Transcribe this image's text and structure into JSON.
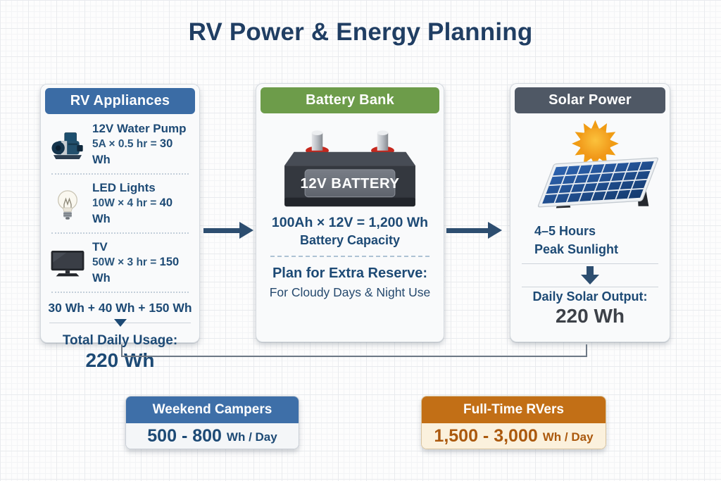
{
  "title": "RV Power & Energy Planning",
  "cards": {
    "appliances": {
      "header": "RV Appliances",
      "items": [
        {
          "icon": "water-pump-icon",
          "label": "12V Water Pump",
          "formula": "5A × 0.5 hr = ",
          "result": "30 Wh"
        },
        {
          "icon": "led-bulb-icon",
          "label": "LED Lights",
          "formula": "10W × 4 hr = ",
          "result": "40 Wh"
        },
        {
          "icon": "tv-icon",
          "label": "TV",
          "formula": "50W × 3 hr = ",
          "result": "150 Wh"
        }
      ],
      "sum": "30 Wh + 40 Wh + 150 Wh",
      "total_label": "Total Daily Usage:",
      "total_value": "220 Wh"
    },
    "battery": {
      "header": "Battery Bank",
      "battery_label": "12V BATTERY",
      "capacity_formula": "100Ah × 12V = 1,200 Wh",
      "capacity_label": "Battery Capacity",
      "reserve_title": "Plan for Extra Reserve:",
      "reserve_subtitle": "For Cloudy Days & Night Use"
    },
    "solar": {
      "header": "Solar Power",
      "sunlight_line1": "4–5 Hours",
      "sunlight_line2": "Peak Sunlight",
      "output_label": "Daily Solar Output:",
      "output_value": "220 Wh"
    }
  },
  "footer": {
    "weekend": {
      "header": "Weekend Campers",
      "value": "500 - 800",
      "unit": "Wh / Day"
    },
    "fulltime": {
      "header": "Full-Time RVers",
      "value": "1,500 - 3,000",
      "unit": "Wh / Day"
    }
  },
  "colors": {
    "appliances_header": "#3b6ca5",
    "battery_header": "#6d9c4a",
    "solar_header": "#4f5865",
    "weekend_header": "#3e6fa8",
    "fulltime_header": "#c26f16",
    "text_navy": "#1d4a75",
    "flow_arrow": "#2d4e70",
    "solar_output_value": "#3d4148"
  }
}
